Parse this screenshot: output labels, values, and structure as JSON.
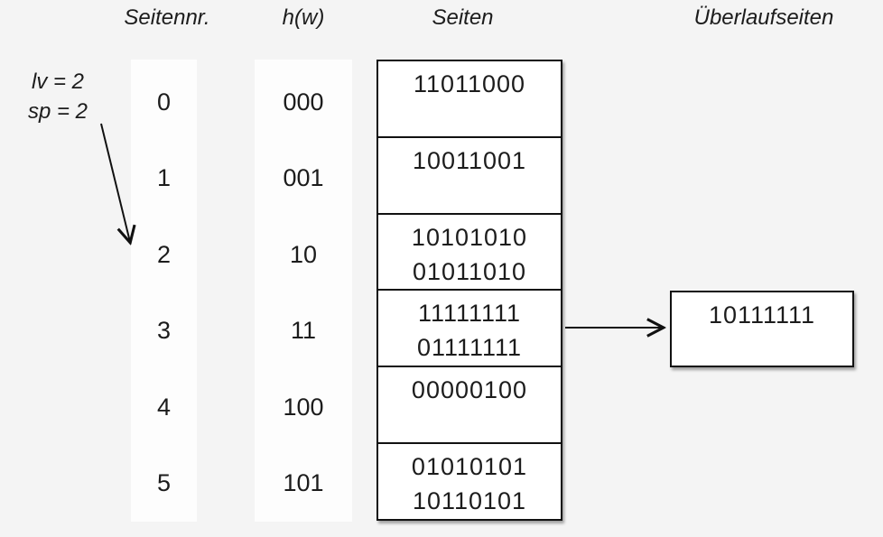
{
  "headers": {
    "seitennr": "Seitennr.",
    "hw": "h(w)",
    "seiten": "Seiten",
    "ueberlauf": "Überlaufseiten"
  },
  "annotation": {
    "line1": "lv = 2",
    "line2": "sp = 2",
    "points_to_row": "2"
  },
  "rows": [
    {
      "nr": "0",
      "hw": "000",
      "lines": [
        "11011000"
      ]
    },
    {
      "nr": "1",
      "hw": "001",
      "lines": [
        "10011001"
      ]
    },
    {
      "nr": "2",
      "hw": "10",
      "lines": [
        "10101010",
        "01011010"
      ]
    },
    {
      "nr": "3",
      "hw": "11",
      "lines": [
        "11111111",
        "01111111"
      ]
    },
    {
      "nr": "4",
      "hw": "100",
      "lines": [
        "00000100"
      ]
    },
    {
      "nr": "5",
      "hw": "101",
      "lines": [
        "01010101",
        "10110101"
      ]
    }
  ],
  "overflow": {
    "value": "10111111",
    "source_row": "3"
  },
  "colors": {
    "background": "#f4f4f4",
    "band": "#fdfdfd",
    "box_fill": "#ffffff",
    "line": "#111111",
    "text": "#1c1c1c"
  }
}
